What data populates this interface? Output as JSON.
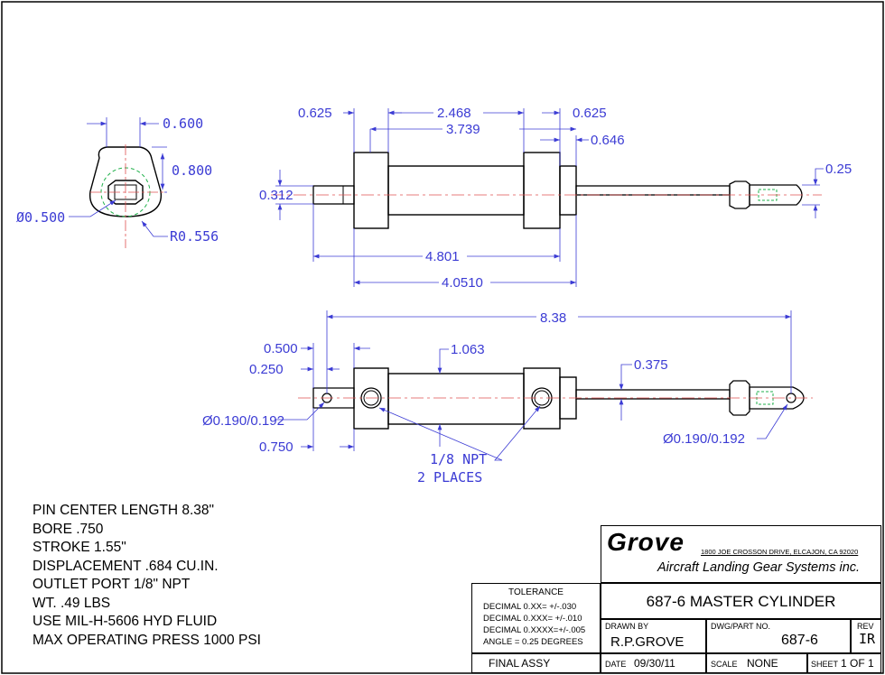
{
  "colors": {
    "outline": "#000000",
    "dimension": "#3b3bd4",
    "centerline": "#e05050",
    "hidden": "#22b14c"
  },
  "end_view": {
    "dims": {
      "width": "0.600",
      "height": "0.800",
      "hex": "Ø0.500",
      "radius": "R0.556"
    }
  },
  "side_view": {
    "dims": {
      "left_cap": "0.625",
      "body": "2.468",
      "right_cap": "0.625",
      "overall_body": "3.739",
      "right_offset": "0.646",
      "stub_dia": "0.312",
      "clevis": "0.25",
      "length_a": "4.801",
      "length_b": "4.0510"
    }
  },
  "bottom_view": {
    "dims": {
      "pin_center": "8.38",
      "end_a": "0.500",
      "end_b": "0.250",
      "bore": "1.063",
      "rod_offset": "0.375",
      "pin_left": "Ø0.190/0.192",
      "pin_right": "Ø0.190/0.192",
      "end_c": "0.750",
      "port_line1": "1/8 NPT",
      "port_line2": "2 PLACES"
    }
  },
  "notes": [
    "PIN CENTER LENGTH 8.38\"",
    "BORE .750",
    "STROKE 1.55\"",
    "DISPLACEMENT .684 CU.IN.",
    "OUTLET PORT 1/8\" NPT",
    "WT. .49 LBS",
    "USE MIL-H-5606 HYD FLUID",
    "MAX OPERATING PRESS 1000 PSI"
  ],
  "title_block": {
    "logo": "Grove",
    "address": "1800 JOE CROSSON DRIVE, ELCAJON, CA 92020",
    "company": "Aircraft Landing Gear Systems inc.",
    "tolerance_title": "TOLERANCE",
    "tolerances": [
      "DECIMAL 0.XX= +/-.030",
      "DECIMAL 0.XXX= +/-.010",
      "DECIMAL 0.XXXX=+/-.005",
      "ANGLE = 0.25 DEGREES"
    ],
    "title": "687-6 MASTER CYLINDER",
    "drawn_by_label": "DRAWN BY",
    "drawn_by": "R.P.GROVE",
    "dwg_label": "DWG/PART NO.",
    "dwg": "687-6",
    "rev_label": "REV",
    "rev": "IR",
    "assy": "FINAL ASSY",
    "date_label": "DATE",
    "date": "09/30/11",
    "scale_label": "SCALE",
    "scale": "NONE",
    "sheet_label": "SHEET",
    "sheet": "1 OF 1"
  }
}
